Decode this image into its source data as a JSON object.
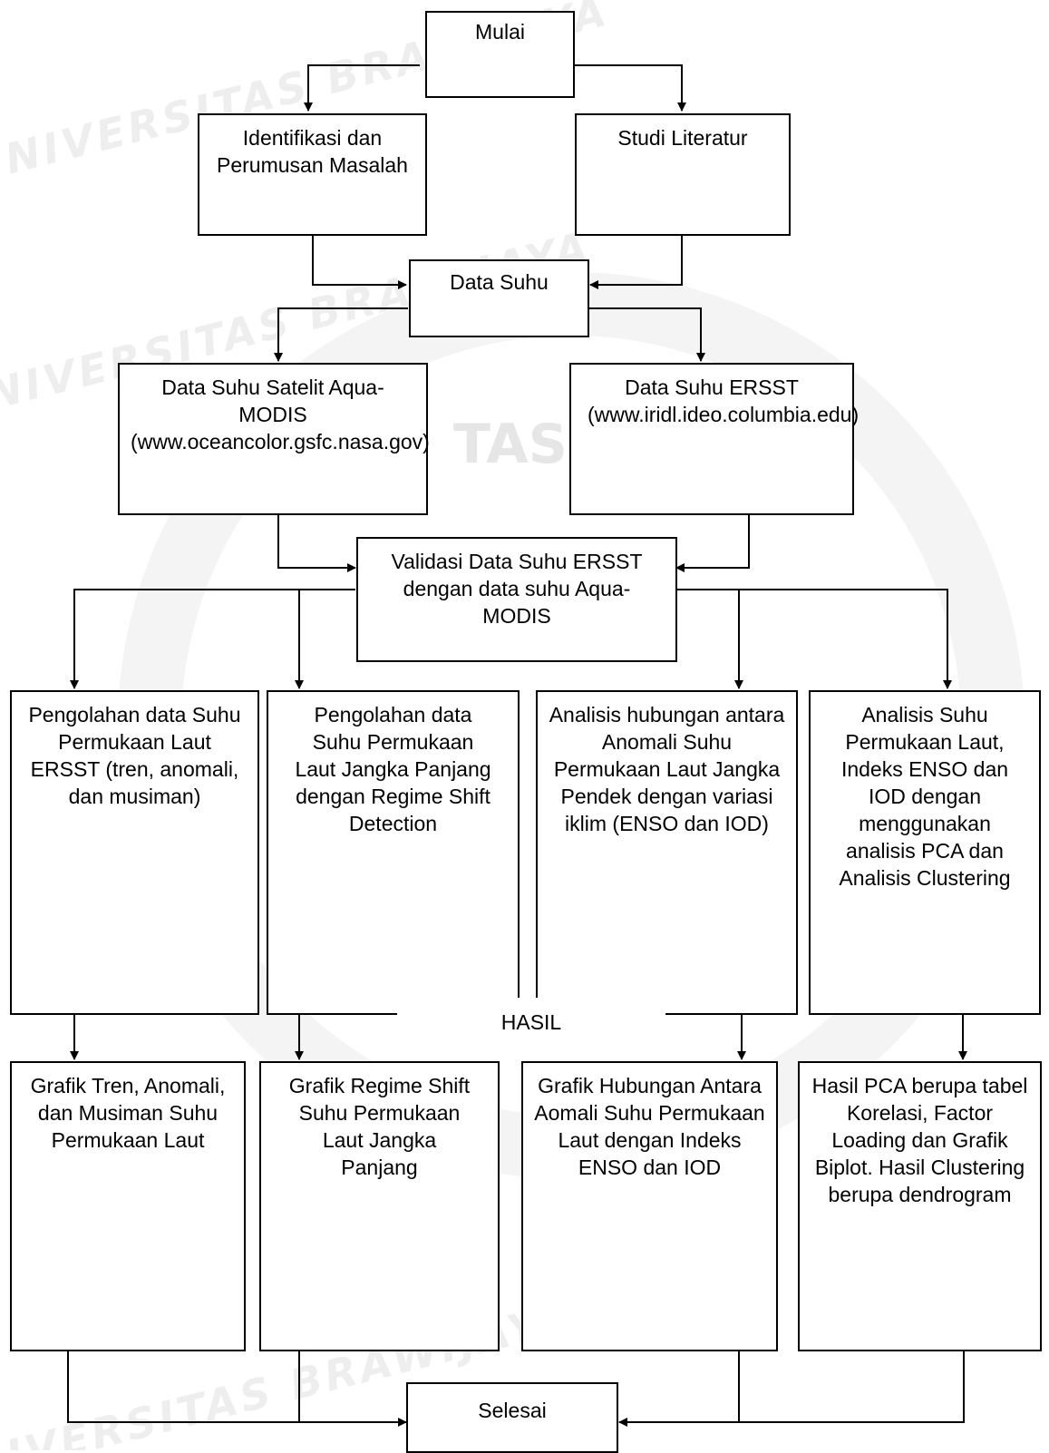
{
  "watermark": {
    "lines": [
      "UNIVERSITAS BRAWIJAYA",
      "UNIVERSITAS BRAWIJAYA",
      "UNIVERSITAS BRAWIJAYA"
    ],
    "emblem_text": "TAS"
  },
  "nodes": {
    "mulai": "Mulai",
    "identifikasi": "Identifikasi dan Perumusan Masalah",
    "studi": "Studi Literatur",
    "data_suhu": "Data Suhu",
    "aqua": "Data Suhu Satelit Aqua-MODIS (www.oceancolor.gsfc.nasa.gov)",
    "ersst": "Data Suhu ERSST (www.iridl.ideo.columbia.edu)",
    "validasi": "Validasi Data Suhu ERSST dengan data suhu Aqua-MODIS",
    "proc1": "Pengolahan data Suhu Permukaan Laut ERSST (tren, anomali, dan musiman)",
    "proc2": "Pengolahan data Suhu Permukaan Laut Jangka Panjang dengan Regime Shift Detection",
    "proc3": "Analisis hubungan antara Anomali Suhu Permukaan Laut Jangka Pendek dengan variasi iklim (ENSO dan IOD)",
    "proc4": "Analisis Suhu Permukaan Laut, Indeks ENSO dan IOD dengan menggunakan analisis PCA dan Analisis Clustering",
    "hasil": "HASIL",
    "out1": "Grafik Tren, Anomali, dan Musiman Suhu Permukaan Laut",
    "out2": "Grafik Regime Shift Suhu Permukaan Laut Jangka Panjang",
    "out3": "Grafik Hubungan Antara Aomali Suhu Permukaan Laut dengan Indeks ENSO dan IOD",
    "out4": "Hasil PCA berupa tabel Korelasi, Factor Loading dan Grafik Biplot. Hasil Clustering berupa dendrogram",
    "selesai": "Selesai"
  },
  "colors": {
    "line": "#000000",
    "box_border": "#000000",
    "watermark": "#eeeeee"
  }
}
